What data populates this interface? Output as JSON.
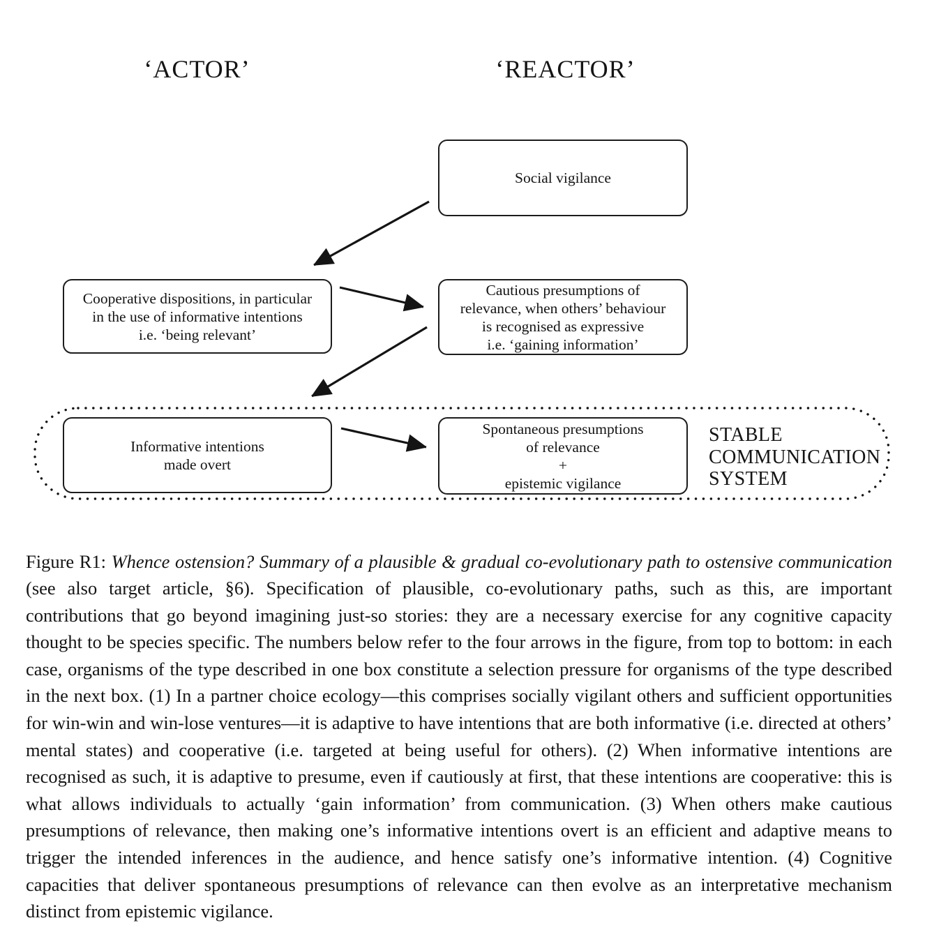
{
  "colors": {
    "ink": "#141414",
    "background": "#ffffff"
  },
  "diagram": {
    "column_headers": {
      "actor": "‘ACTOR’",
      "reactor": "‘REACTOR’"
    },
    "boxes": {
      "social_vigilance": {
        "lines": [
          "Social vigilance"
        ]
      },
      "cooperative_dispositions": {
        "lines": [
          "Cooperative dispositions, in particular",
          "in the use of informative intentions",
          "i.e. ‘being relevant’"
        ]
      },
      "cautious_presumptions": {
        "lines": [
          "Cautious presumptions of",
          "relevance, when others’ behaviour",
          "is recognised as expressive",
          "i.e. ‘gaining information’"
        ]
      },
      "informative_intentions": {
        "lines": [
          "Informative intentions",
          "made overt"
        ]
      },
      "spontaneous_presumptions": {
        "lines": [
          "Spontaneous presumptions",
          "of relevance",
          "+",
          "epistemic vigilance"
        ]
      }
    },
    "stable_system_label": {
      "lines": [
        "STABLE",
        "COMMUNICATION",
        "SYSTEM"
      ]
    }
  },
  "caption": {
    "label": "Figure R1: ",
    "title_italic": "Whence ostension? Summary of a plausible & gradual co-evolutionary path to ostensive communication",
    "body": "(see also target article, §6). Specification of plausible, co-evolutionary paths, such as this, are important contributions that go beyond imagining just-so stories: they are a necessary exercise for any cognitive capacity thought to be species specific. The numbers below refer to the four arrows in the figure, from top to bottom: in each case, organisms of the type described in one box constitute a selection pressure for organisms of the type described in the next box. (1) In a partner choice ecology—this comprises socially vigilant others and sufficient opportunities for win-win and win-lose ventures—it is adaptive to have intentions that are both informative (i.e. directed at others’ mental states) and cooperative (i.e. targeted at being useful for others). (2) When informative intentions are recognised as such, it is adaptive to presume, even if cautiously at first, that these intentions are cooperative: this is what allows individuals to actually ‘gain information’ from communication. (3) When others make cautious presumptions of relevance, then making one’s informative intentions overt is an efficient and adaptive means to trigger the intended inferences in the audience, and hence satisfy one’s informative intention. (4) Cognitive capacities that deliver spontaneous presumptions of relevance can then evolve as an interpretative mechanism distinct from epistemic vigilance."
  }
}
